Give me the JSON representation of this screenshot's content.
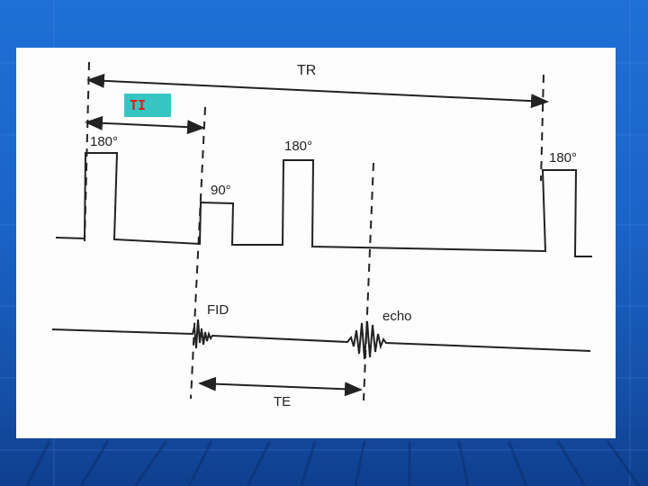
{
  "background": {
    "color": "#1a64c8",
    "accent": "#35c6c2"
  },
  "diagram": {
    "labels": {
      "tr": "TR",
      "ti": "TI",
      "pulse_1": "180°",
      "pulse_2": "90°",
      "pulse_3": "180°",
      "pulse_4": "180°",
      "fid": "FID",
      "echo": "echo",
      "te": "TE"
    }
  }
}
